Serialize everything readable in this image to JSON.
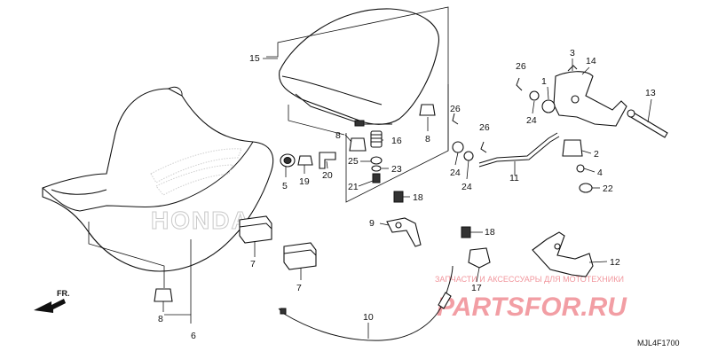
{
  "diagram": {
    "code": "MJL4F1700",
    "direction_label": "FR.",
    "watermark": {
      "brand_text": "PARTSFOR.RU",
      "tagline": "ЗАПЧАСТИ И АКСЕССУАРЫ ДЛЯ МОТОТЕХНИКИ"
    },
    "emboss_text": "HONDA",
    "callouts": [
      {
        "id": "c15",
        "label": "15"
      },
      {
        "id": "c8a",
        "label": "8"
      },
      {
        "id": "c8b",
        "label": "8"
      },
      {
        "id": "c16",
        "label": "16"
      },
      {
        "id": "c25",
        "label": "25"
      },
      {
        "id": "c23",
        "label": "23"
      },
      {
        "id": "c21",
        "label": "21"
      },
      {
        "id": "c5",
        "label": "5"
      },
      {
        "id": "c19",
        "label": "19"
      },
      {
        "id": "c20",
        "label": "20"
      },
      {
        "id": "c18a",
        "label": "18"
      },
      {
        "id": "c9",
        "label": "9"
      },
      {
        "id": "c18b",
        "label": "18"
      },
      {
        "id": "c17",
        "label": "17"
      },
      {
        "id": "c10",
        "label": "10"
      },
      {
        "id": "c7a",
        "label": "7"
      },
      {
        "id": "c7b",
        "label": "7"
      },
      {
        "id": "c8c",
        "label": "8"
      },
      {
        "id": "c6",
        "label": "6"
      },
      {
        "id": "c26a",
        "label": "26"
      },
      {
        "id": "c24a",
        "label": "24"
      },
      {
        "id": "c26b",
        "label": "26"
      },
      {
        "id": "c24b",
        "label": "24"
      },
      {
        "id": "c24c",
        "label": "24"
      },
      {
        "id": "c26c",
        "label": "26"
      },
      {
        "id": "c11",
        "label": "11"
      },
      {
        "id": "c26d",
        "label": "26"
      },
      {
        "id": "c1",
        "label": "1"
      },
      {
        "id": "c3",
        "label": "3"
      },
      {
        "id": "c14",
        "label": "14"
      },
      {
        "id": "c13",
        "label": "13"
      },
      {
        "id": "c2",
        "label": "2"
      },
      {
        "id": "c4",
        "label": "4"
      },
      {
        "id": "c22",
        "label": "22"
      },
      {
        "id": "c12",
        "label": "12"
      }
    ]
  }
}
